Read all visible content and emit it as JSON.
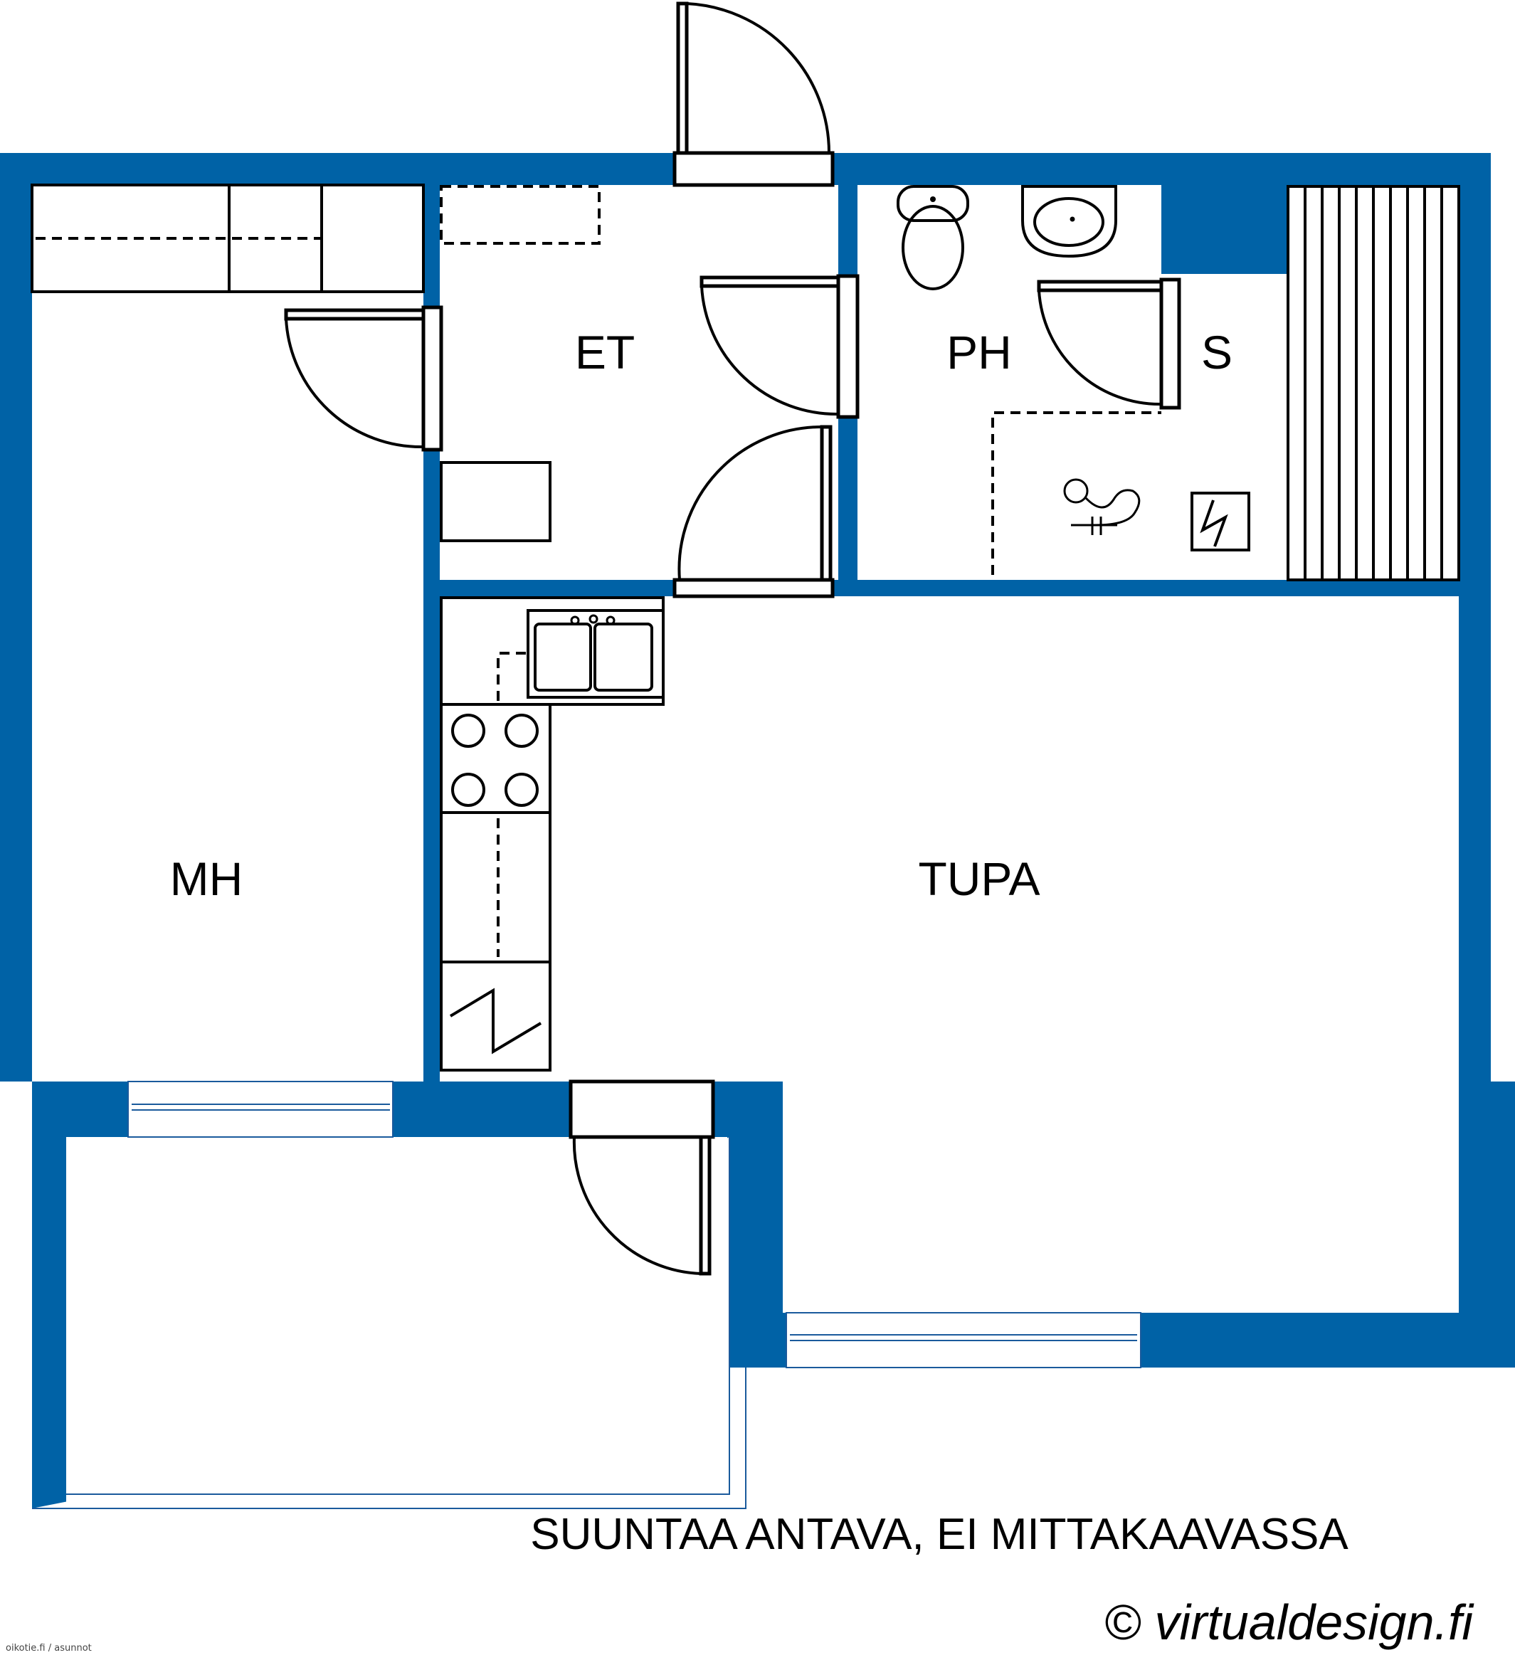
{
  "rooms": {
    "et": "ET",
    "ph": "PH",
    "s": "S",
    "mh": "MH",
    "tupa": "TUPA"
  },
  "notes": {
    "disclaimer": "SUUNTAA ANTAVA, EI MITTAKAAVASSA",
    "credit": "© virtualdesign.fi",
    "small_credit": "oikotie.fi / asunnot"
  },
  "colors": {
    "wall": "#0062a6",
    "floor": "#ffffff",
    "ink": "#000000"
  }
}
